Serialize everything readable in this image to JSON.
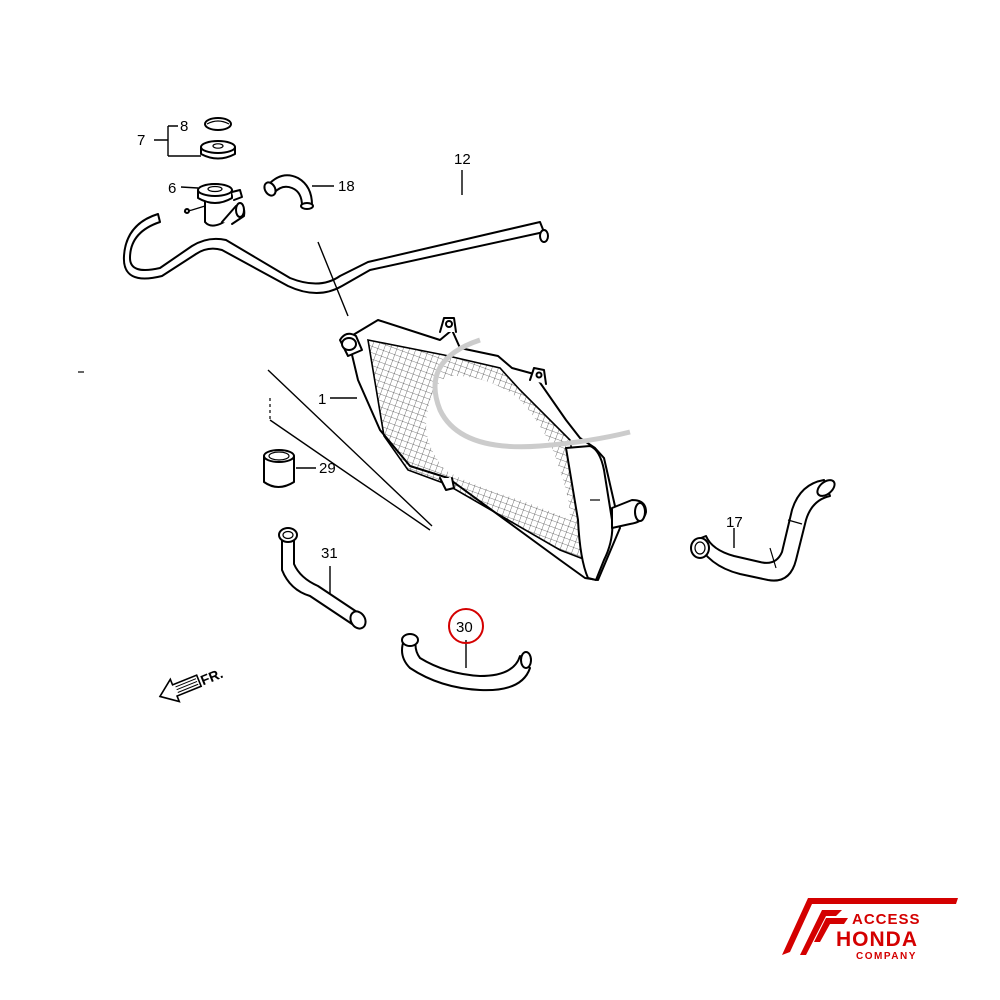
{
  "diagram": {
    "callouts": {
      "p1": "1",
      "p6": "6",
      "p7": "7",
      "p8": "8",
      "p12": "12",
      "p17": "17",
      "p18": "18",
      "p29": "29",
      "p30": "30",
      "p31": "31"
    },
    "highlight_color": "#d40000",
    "direction_label": "FR.",
    "direction_icon": "front-arrow-icon"
  },
  "logo": {
    "line1": "ACCESS",
    "line2": "HONDA",
    "line3": "COMPANY",
    "color": "#d40000"
  }
}
